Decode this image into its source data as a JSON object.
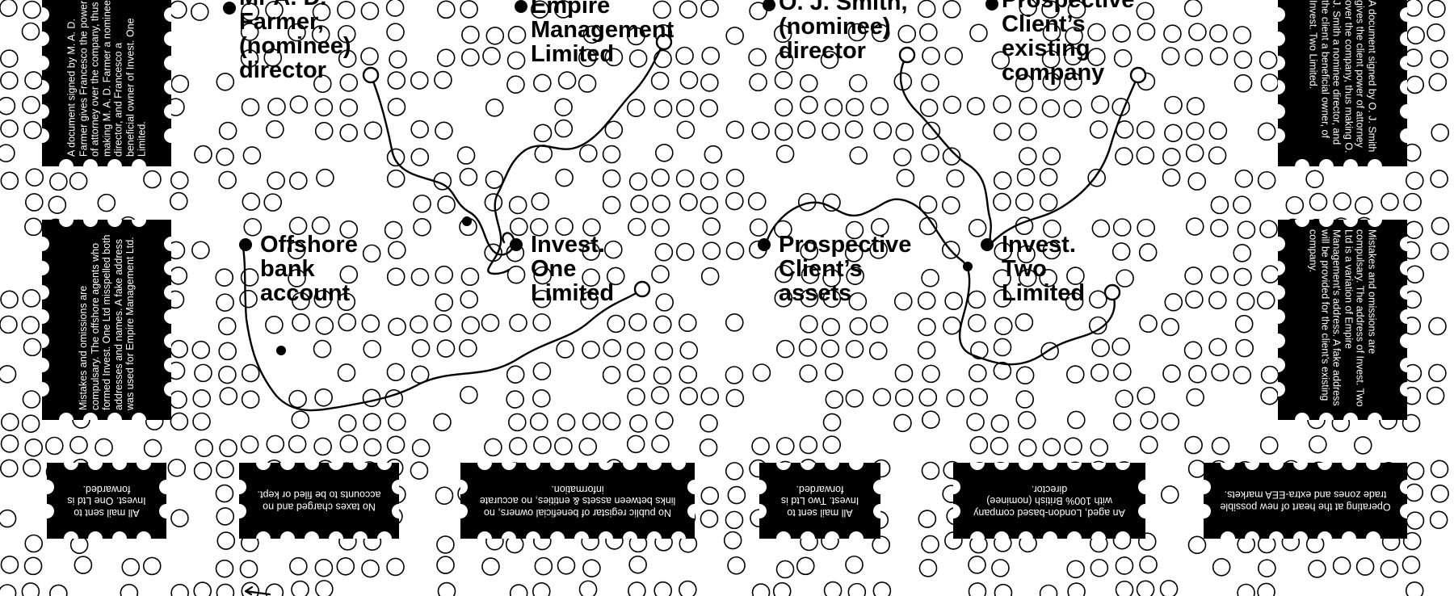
{
  "nodes": {
    "farmer": {
      "lines": [
        "Mr A. D.",
        "Farmer,",
        "(nominee)",
        "director"
      ]
    },
    "empire": {
      "lines": [
        "Empire",
        "Management",
        "Limited"
      ]
    },
    "smith": {
      "lines": [
        "O. J. Smith,",
        "(nominee)",
        "director"
      ]
    },
    "prospective_company": {
      "lines": [
        "Prospective",
        "Client’s",
        "existing",
        "company"
      ]
    },
    "offshore": {
      "lines": [
        "Offshore",
        "bank",
        "account"
      ]
    },
    "invest_one": {
      "lines": [
        "Invest.",
        "One",
        "Limited"
      ]
    },
    "prospective_assets": {
      "lines": [
        "Prospective",
        "Client’s",
        "assets"
      ]
    },
    "invest_two": {
      "lines": [
        "Invest.",
        "Two",
        "Limited"
      ]
    }
  },
  "cards": {
    "left_top": "A document signed by M. A. D. Farmer gives Francesco the power of attorney over the company, thus making M. A. D. Farmer a nominee director, and Francesco a beneficial owner of Invest. One Limited.",
    "left_mid": "Mistakes and omissions are compulsary. The offshore agents who formed Invest. One Ltd misspelled both addresses and names. A fake address was used for Empire Management Ltd.",
    "right_top": "A document signed by O. J. Smith gives the client power of attorney over the company, thus making O. J. Smith a nominee director, and the client a beneficial owner, of Invest. Two Limited.",
    "right_mid": "Mistakes and omissions are compulsary. The address of Invest. Two Ltd is a variation of Empire Management’s address. A fake address will be provided for the client’s existing company.",
    "bottom_1": "All mail sent to Invest. One Ltd is forwarded.",
    "bottom_2": "No taxes charged and no accounts to be filed or kept.",
    "bottom_3": "No public registar of beneficial owners, no links between assets & entities, no accurate information.",
    "bottom_4": "All mail sent to Invest. Two Ltd is forwarded.",
    "bottom_5": "An aged, London-based company with 100% British (nominee) director.",
    "bottom_6": "Operating at the heart of new possible trade zones and extra-EEA markets."
  }
}
